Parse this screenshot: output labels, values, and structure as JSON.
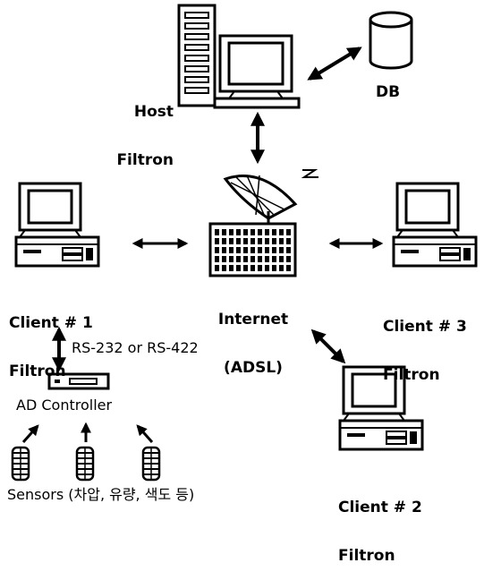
{
  "nodes": {
    "host": {
      "line1": "Host",
      "line2": "Filtron"
    },
    "db": {
      "label": "DB"
    },
    "internet": {
      "line1": "Internet",
      "line2": "(ADSL)"
    },
    "client1": {
      "line1": "Client # 1",
      "line2": "Filtron"
    },
    "client2": {
      "line1": "Client # 2",
      "line2": "Filtron"
    },
    "client3": {
      "line1": "Client # 3",
      "line2": "Filtron"
    },
    "ad_controller": {
      "label": "AD Controller"
    },
    "sensors": {
      "label": "Sensors (차압, 유량, 색도 등)"
    }
  },
  "links": {
    "serial": {
      "label": "RS-232 or RS-422"
    }
  }
}
